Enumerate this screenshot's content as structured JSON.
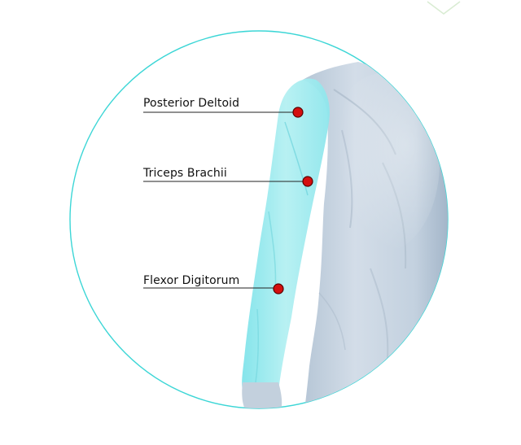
{
  "diagram": {
    "markers": [
      {
        "id": "posterior-deltoid",
        "label": "Posterior Deltoid"
      },
      {
        "id": "triceps-brachii",
        "label": "Triceps Brachii"
      },
      {
        "id": "flexor-digitorum",
        "label": "Flexor Digitorum"
      }
    ],
    "colors": {
      "circle_outline": "#3cd6d6",
      "arm_highlight": "#8fe8ec",
      "body_fill": "#c6d3e0",
      "marker_fill": "#d40f0f",
      "marker_stroke": "#5a0000",
      "leader_line": "#222222",
      "label_text": "#111111"
    }
  }
}
